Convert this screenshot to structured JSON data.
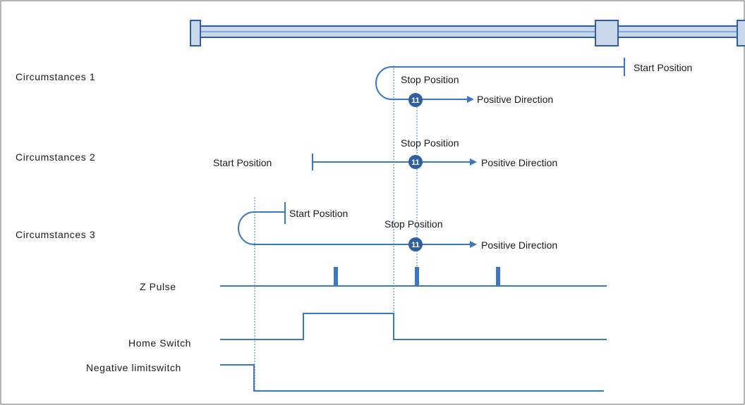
{
  "colors": {
    "line": "#3a78c4",
    "rail": "#c9d7ea",
    "marker": "#2f5f9e",
    "text": "#1a1a1a"
  },
  "rows": {
    "c1": "Circumstances 1",
    "c2": "Circumstances 2",
    "c3": "Circumstances 3"
  },
  "signals": {
    "z_pulse": "Z Pulse",
    "home_switch": "Home Switch",
    "negative_limit": "Negative limitswitch"
  },
  "labels": {
    "start_position": "Start Position",
    "stop_position": "Stop Position",
    "positive_direction": "Positive Direction",
    "marker": "11"
  }
}
